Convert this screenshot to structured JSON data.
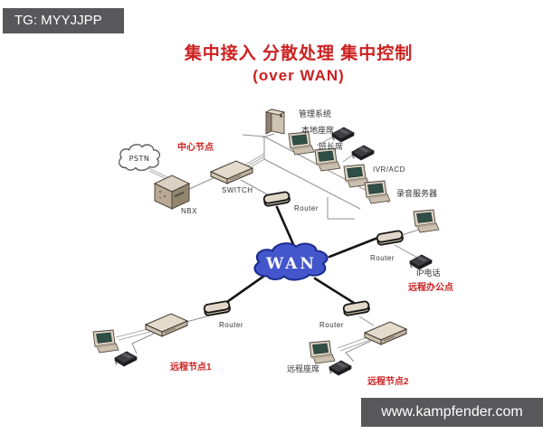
{
  "watermark": {
    "top_left": "TG: MYYJJPP",
    "bottom_right": "www.kampfender.com"
  },
  "title": {
    "line1": "集中接入 分散处理 集中控制",
    "line2": "(over WAN)"
  },
  "zones": {
    "center": "中心节点",
    "remote_office": "远程办公点",
    "remote_node1": "远程节点1",
    "remote_node2": "远程节点2"
  },
  "nodes": {
    "pstn": "PSTN",
    "nbx": "NBX",
    "switch": "SWITCH",
    "wan": "WAN",
    "router": "Router",
    "management_system": "管理系统",
    "local_seat": "本地座席",
    "supervisor_seat": "班长席",
    "ivr_acd": "IVR/ACD",
    "recording_server": "录音服务器",
    "ip_phone": "IP电话",
    "remote_seat": "远程座席"
  },
  "colors": {
    "title_red": "#cc2121",
    "zone_label_red": "#cc2121",
    "wan_cloud_fill": "#4456cc",
    "wan_cloud_border": "#1c2c8c",
    "badge_bg": "#58585b",
    "line_gray": "#909090",
    "trunk_black": "#151515",
    "device_beige": "#d9cfc1",
    "background": "#ffffff"
  }
}
